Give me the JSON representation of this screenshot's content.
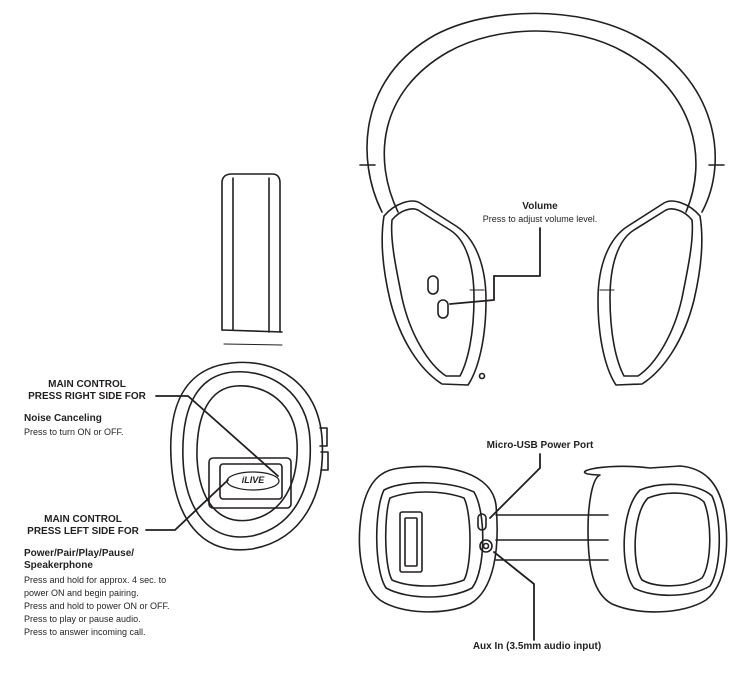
{
  "main_control_right": {
    "line1": "MAIN CONTROL",
    "line2": "PRESS RIGHT SIDE FOR",
    "feature": "Noise Canceling",
    "desc": "Press to turn ON or OFF."
  },
  "main_control_left": {
    "line1": "MAIN CONTROL",
    "line2": "PRESS LEFT SIDE FOR",
    "feature_line1": "Power/Pair/Play/Pause/",
    "feature_line2": "Speakerphone",
    "desc": [
      "Press and hold for approx. 4 sec. to",
      "power ON and begin pairing.",
      "Press and hold to power ON or OFF.",
      "Press to play or pause audio.",
      "Press to answer incoming call."
    ]
  },
  "volume": {
    "title": "Volume",
    "desc": "Press to adjust volume level."
  },
  "micro_usb": {
    "title": "Micro-USB Power Port"
  },
  "aux_in": {
    "title": "Aux In (3.5mm audio input)"
  },
  "brand": {
    "logo_text": "iLIVE"
  }
}
